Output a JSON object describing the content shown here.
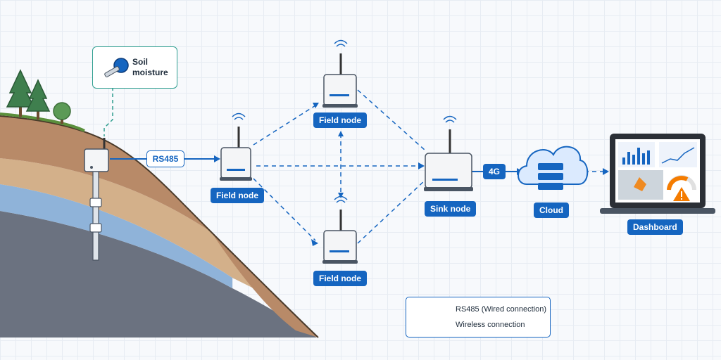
{
  "sensor": {
    "label_line1": "Soil",
    "label_line2": "moisture"
  },
  "connections": {
    "rs485_tag": "RS485",
    "cellular_tag": "4G"
  },
  "nodes": {
    "field_node_1": "Field node",
    "field_node_top": "Field node",
    "field_node_bottom": "Field node",
    "sink_node": "Sink node"
  },
  "cloud": {
    "label": "Cloud"
  },
  "dashboard": {
    "label": "Dashboard"
  },
  "legend": {
    "wired": "RS485 (Wired connection)",
    "wireless": "Wireless connection"
  },
  "colors": {
    "accent": "#1565c0",
    "sensor_border": "#2e9e8f",
    "soil_top": "#b88a68",
    "water_layer": "#8fb3d9",
    "bedrock": "#6b7280",
    "warning": "#f57c00"
  },
  "icons": [
    "tree-icon",
    "soil-probe-icon",
    "antenna-icon",
    "server-icon",
    "cloud-icon",
    "laptop-icon",
    "warning-icon",
    "gauge-icon"
  ]
}
